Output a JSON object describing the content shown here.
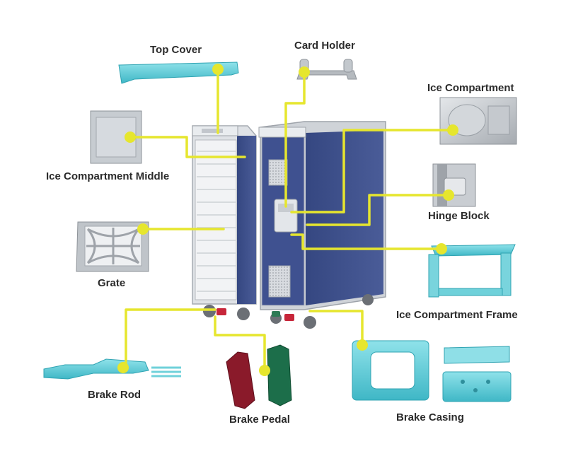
{
  "labels": {
    "top_cover": "Top Cover",
    "card_holder": "Card Holder",
    "ice_compartment": "Ice Compartment",
    "ice_compartment_middle": "Ice Compartment Middle",
    "hinge_block": "Hinge Block",
    "grate": "Grate",
    "ice_compartment_frame": "Ice Compartment Frame",
    "brake_rod": "Brake Rod",
    "brake_pedal": "Brake Pedal",
    "brake_casing": "Brake Casing"
  },
  "colors": {
    "leader_line": "#e6e62e",
    "trolley_blue": "#3b4c86",
    "trolley_frame": "#c9cdd2",
    "part_cyan": "#6fd1da",
    "part_grey": "#b9bec3",
    "pedal_red": "#8a1a2a",
    "pedal_green": "#1c6e4a"
  }
}
